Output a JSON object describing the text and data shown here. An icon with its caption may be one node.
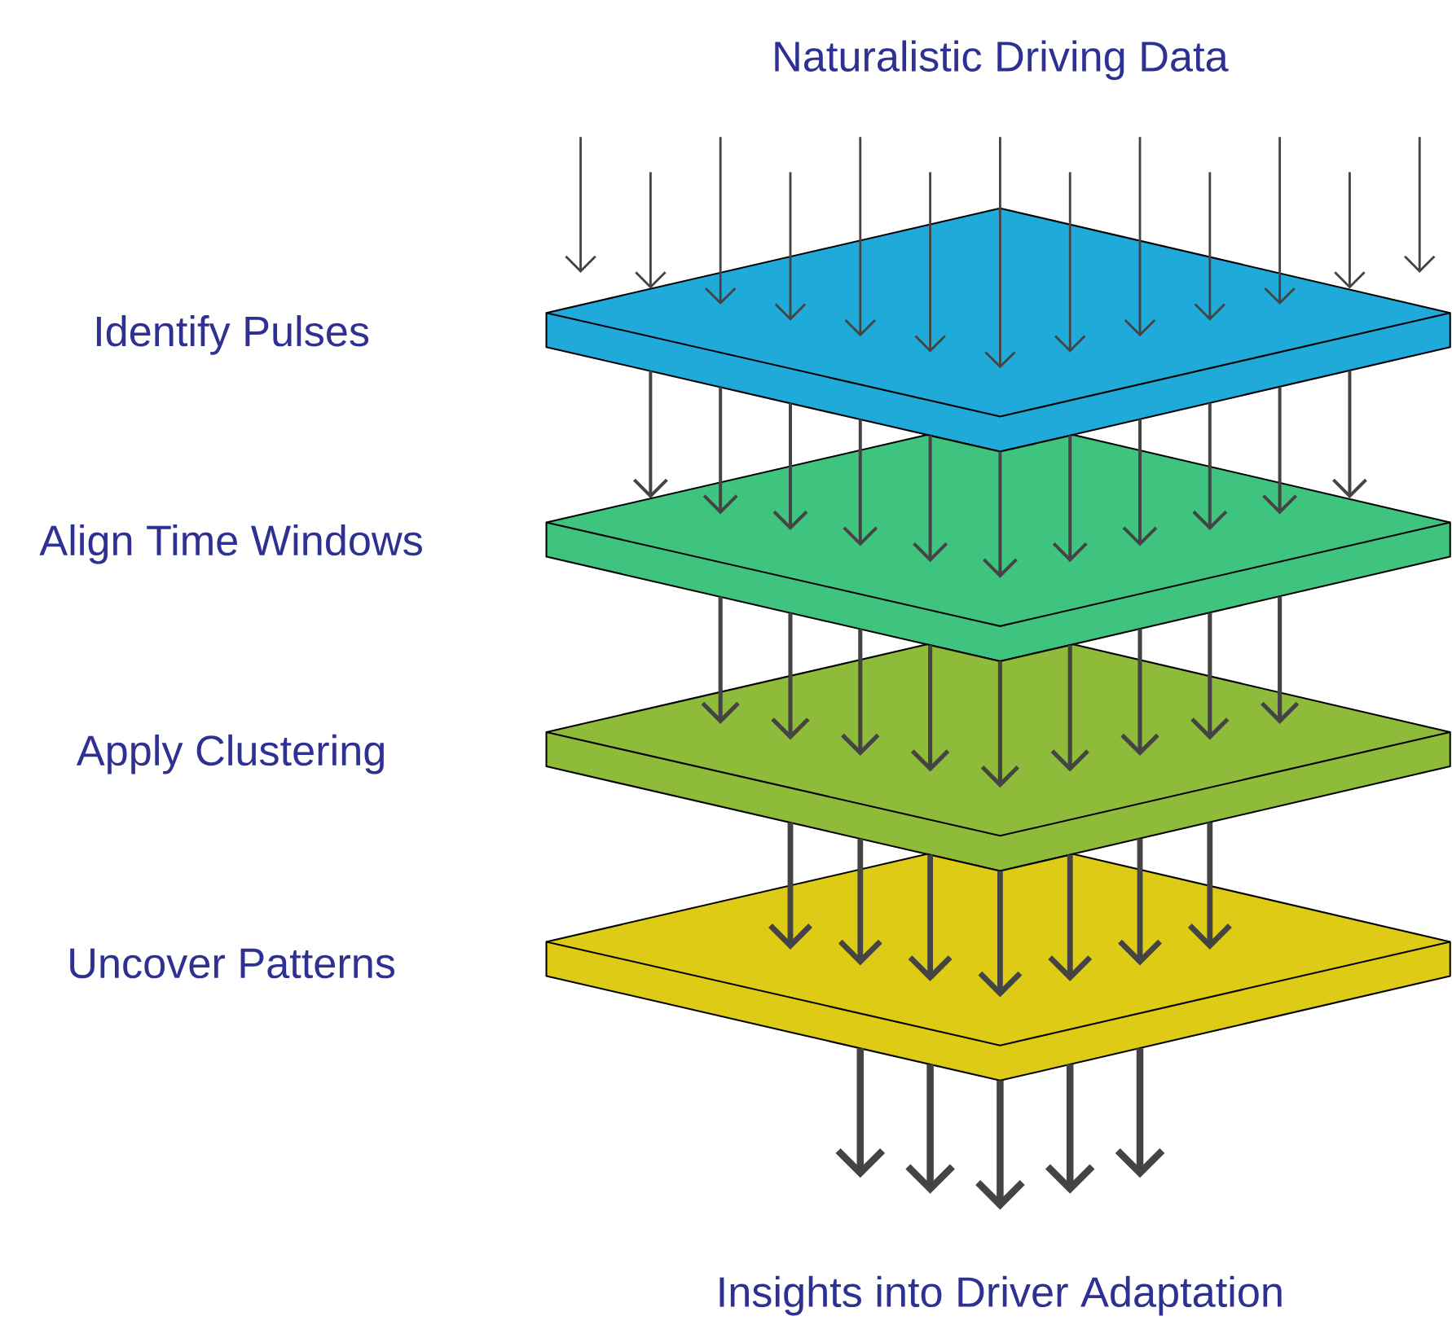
{
  "diagram": {
    "nodes": [
      {
        "text": [],
        "shape": "box"
      },
      {
        "text": [],
        "shape": "box"
      },
      {
        "text": [],
        "shape": "box"
      },
      {
        "text": [],
        "shape": "box"
      }
    ],
    "edges": [
      {
        "from": null,
        "to": 0,
        "arrow": "to"
      },
      {
        "from": null,
        "to": 0,
        "arrow": "to"
      },
      {
        "from": null,
        "to": 0,
        "arrow": "to"
      },
      {
        "from": null,
        "to": 0,
        "arrow": "to"
      },
      {
        "from": null,
        "to": 0,
        "arrow": "to"
      },
      {
        "from": null,
        "to": 0,
        "arrow": "to"
      },
      {
        "from": null,
        "to": 0,
        "arrow": "to"
      },
      {
        "from": null,
        "to": 0,
        "arrow": "to"
      },
      {
        "from": null,
        "to": 0,
        "arrow": "to"
      },
      {
        "from": null,
        "to": 0,
        "arrow": "to"
      },
      {
        "from": null,
        "to": 0,
        "arrow": "to"
      },
      {
        "from": null,
        "to": 0,
        "arrow": "to"
      },
      {
        "from": null,
        "to": 0,
        "arrow": "to"
      },
      {
        "from": 0,
        "to": 1,
        "arrow": "to"
      },
      {
        "from": 0,
        "to": 1,
        "arrow": "to"
      },
      {
        "from": 0,
        "to": 1,
        "arrow": "to"
      },
      {
        "from": 0,
        "to": 1,
        "arrow": "to"
      },
      {
        "from": 0,
        "to": 1,
        "arrow": "to"
      },
      {
        "from": 0,
        "to": 1,
        "arrow": "to"
      },
      {
        "from": 0,
        "to": 1,
        "arrow": "to"
      },
      {
        "from": 0,
        "to": 1,
        "arrow": "to"
      },
      {
        "from": 0,
        "to": 1,
        "arrow": "to"
      },
      {
        "from": 0,
        "to": 1,
        "arrow": "to"
      },
      {
        "from": 0,
        "to": 1,
        "arrow": "to"
      },
      {
        "from": 1,
        "to": 2,
        "arrow": "to"
      },
      {
        "from": 1,
        "to": 2,
        "arrow": "to"
      },
      {
        "from": 1,
        "to": 2,
        "arrow": "to"
      },
      {
        "from": 1,
        "to": 2,
        "arrow": "to"
      },
      {
        "from": 1,
        "to": 2,
        "arrow": "to"
      },
      {
        "from": 1,
        "to": 2,
        "arrow": "to"
      },
      {
        "from": 1,
        "to": 2,
        "arrow": "to"
      },
      {
        "from": 1,
        "to": 2,
        "arrow": "to"
      },
      {
        "from": 1,
        "to": 2,
        "arrow": "to"
      },
      {
        "from": 2,
        "to": 3,
        "arrow": "to"
      },
      {
        "from": 2,
        "to": 3,
        "arrow": "to"
      },
      {
        "from": 2,
        "to": 3,
        "arrow": "to"
      },
      {
        "from": 2,
        "to": 3,
        "arrow": "to"
      },
      {
        "from": 2,
        "to": 3,
        "arrow": "to"
      },
      {
        "from": 2,
        "to": 3,
        "arrow": "to"
      },
      {
        "from": 2,
        "to": 3,
        "arrow": "to"
      },
      {
        "from": 3,
        "to": null,
        "arrow": "to",
        "style": "thick"
      },
      {
        "from": 3,
        "to": null,
        "arrow": "to",
        "style": "thick"
      },
      {
        "from": 3,
        "to": null,
        "arrow": "to",
        "style": "thick"
      },
      {
        "from": 3,
        "to": null,
        "arrow": "to",
        "style": "thick"
      },
      {
        "from": 3,
        "to": null,
        "arrow": "to",
        "style": "thick"
      }
    ],
    "labels": [
      "Naturalistic Driving Data",
      "Identify Pulses",
      "Align Time Windows",
      "Apply Clustering",
      "Uncover Patterns",
      "Insights into Driver Adaptation"
    ]
  }
}
